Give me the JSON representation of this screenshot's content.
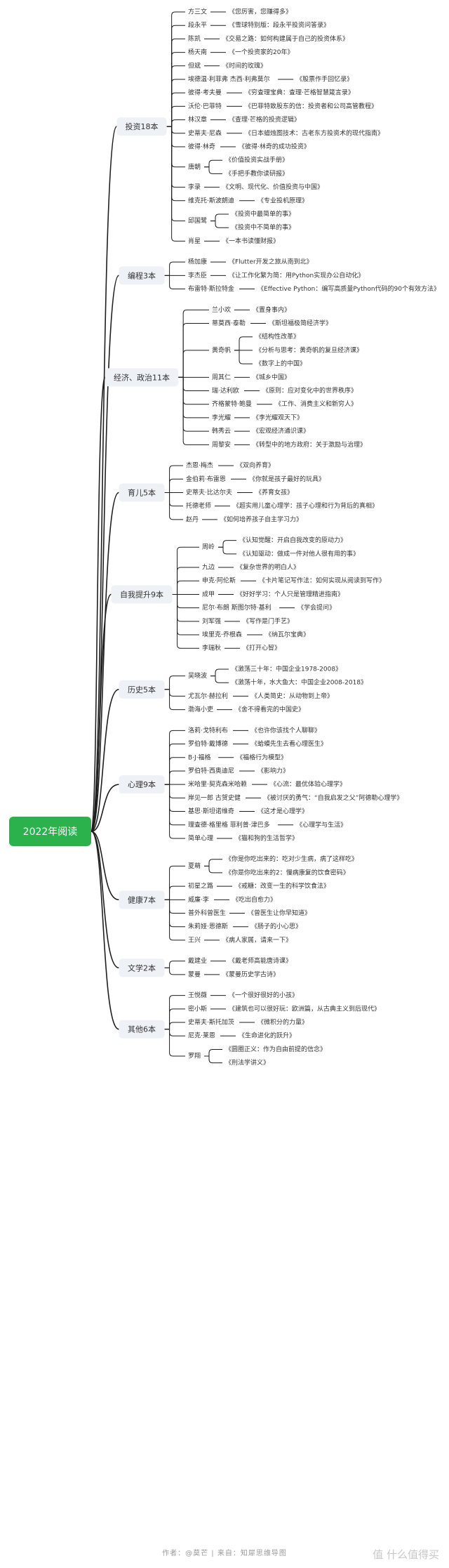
{
  "root": "2022年阅读",
  "colors": {
    "root_bg": "#2bb24c",
    "cat_bg": "#eef1f6",
    "line": "#1e1e1e",
    "text": "#333333"
  },
  "categories": [
    {
      "label": "投资18本",
      "items": [
        {
          "name": "方三文",
          "books": [
            "《您厉害，您赚得多》"
          ]
        },
        {
          "name": "段永平",
          "books": [
            "《雪球特别版：段永平投资问答录》"
          ]
        },
        {
          "name": "陈凯",
          "books": [
            "《交易之路：如何构建属于自己的投资体系》"
          ]
        },
        {
          "name": "杨天南",
          "books": [
            "《一个投资家的20年》"
          ]
        },
        {
          "name": "但斌",
          "books": [
            "《时间的玫瑰》"
          ]
        },
        {
          "name": "埃德温·利菲弗 杰西·利弗莫尔",
          "books": [
            "《股票作手回忆录》"
          ]
        },
        {
          "name": "彼得·考夫曼",
          "books": [
            "《穷查理宝典：查理·芒格智慧箴言录》"
          ]
        },
        {
          "name": "沃伦·巴菲特",
          "books": [
            "《巴菲特致股东的信：投资者和公司高管教程》"
          ]
        },
        {
          "name": "林汉章",
          "books": [
            "《查理·芒格的投资逻辑》"
          ]
        },
        {
          "name": "史蒂夫·尼森",
          "books": [
            "《日本蜡烛图技术：古老东方投资术的现代指南》"
          ]
        },
        {
          "name": "彼得·林奇",
          "books": [
            "《彼得·林奇的成功投资》"
          ]
        },
        {
          "name": "唐朝",
          "books": [
            "《价值投资实战手册》",
            "《手把手教你读研报》"
          ]
        },
        {
          "name": "李录",
          "books": [
            "《文明、现代化、价值投资与中国》"
          ]
        },
        {
          "name": "维克托·斯波朗迪",
          "books": [
            "《专业投机原理》"
          ]
        },
        {
          "name": "邱国鹭",
          "books": [
            "《投资中最简单的事》",
            "《投资中不简单的事》"
          ]
        },
        {
          "name": "肖星",
          "books": [
            "《一本书读懂财报》"
          ]
        }
      ]
    },
    {
      "label": "编程3本",
      "items": [
        {
          "name": "杨加康",
          "books": [
            "《Flutter开发之旅从南到北》"
          ]
        },
        {
          "name": "李杰臣",
          "books": [
            "《让工作化繁为简：用Python实现办公自动化》"
          ]
        },
        {
          "name": "布雷特·斯拉特金",
          "books": [
            "《Effective Python：编写高质量Python代码的90个有效方法》"
          ]
        }
      ]
    },
    {
      "label": "经济、政治11本",
      "items": [
        {
          "name": "兰小欢",
          "books": [
            "《置身事内》"
          ]
        },
        {
          "name": "蒂莫西·泰勒",
          "books": [
            "《斯坦福极简经济学》"
          ]
        },
        {
          "name": "黄奇帆",
          "books": [
            "《结构性改革》",
            "《分析与思考：黄奇帆的复旦经济课》",
            "《数字上的中国》"
          ]
        },
        {
          "name": "周其仁",
          "books": [
            "《城乡中国》"
          ]
        },
        {
          "name": "瑞·达利欧",
          "books": [
            "《原则：应对变化中的世界秩序》"
          ]
        },
        {
          "name": "齐格蒙特·鲍曼",
          "books": [
            "《工作、消费主义和新穷人》"
          ]
        },
        {
          "name": "李光耀",
          "books": [
            "《李光耀观天下》"
          ]
        },
        {
          "name": "韩秀云",
          "books": [
            "《宏观经济通识课》"
          ]
        },
        {
          "name": "周黎安",
          "books": [
            "《转型中的地方政府：关于激励与治理》"
          ]
        }
      ]
    },
    {
      "label": "育儿5本",
      "items": [
        {
          "name": "杰恩·梅杰",
          "books": [
            "《双向养育》"
          ]
        },
        {
          "name": "金伯莉·布雷恩",
          "books": [
            "《你就是孩子最好的玩具》"
          ]
        },
        {
          "name": "史蒂夫·比达尔夫",
          "books": [
            "《养育女孩》"
          ]
        },
        {
          "name": "托德老师",
          "books": [
            "《超实用儿童心理学：孩子心理和行为背后的真相》"
          ]
        },
        {
          "name": "赵丹",
          "books": [
            "《如何培养孩子自主学习力》"
          ]
        }
      ]
    },
    {
      "label": "自我提升9本",
      "items": [
        {
          "name": "周岭",
          "books": [
            "《认知觉醒：开启自我改变的原动力》",
            "《认知驱动：做成一件对他人很有用的事》"
          ]
        },
        {
          "name": "九边",
          "books": [
            "《复杂世界的明白人》"
          ]
        },
        {
          "name": "申克·阿伦斯",
          "books": [
            "《卡片笔记写作法：如何实现从阅读到写作》"
          ]
        },
        {
          "name": "成甲",
          "books": [
            "《好好学习：个人只是管理精进指南》"
          ]
        },
        {
          "name": "尼尔·布朗 斯图尔特·基利",
          "books": [
            "《学会提问》"
          ]
        },
        {
          "name": "刘军强",
          "books": [
            "《写作是门手艺》"
          ]
        },
        {
          "name": "埃里克·乔根森",
          "books": [
            "《纳瓦尔宝典》"
          ]
        },
        {
          "name": "李瑞秋",
          "books": [
            "《打开心智》"
          ]
        }
      ]
    },
    {
      "label": "历史5本",
      "items": [
        {
          "name": "吴晓波",
          "books": [
            "《激荡三十年：中国企业1978-2008》",
            "《激荡十年，水大鱼大：中国企业2008-2018》"
          ]
        },
        {
          "name": "尤瓦尔·赫拉利",
          "books": [
            "《人类简史：从动物到上帝》"
          ]
        },
        {
          "name": "渤海小吏",
          "books": [
            "《舍不得看完的中国史》"
          ]
        }
      ]
    },
    {
      "label": "心理9本",
      "items": [
        {
          "name": "洛莉·戈特利布",
          "books": [
            "《也许你该找个人聊聊》"
          ]
        },
        {
          "name": "罗伯特·戴博德",
          "books": [
            "《蛤蟆先生去看心理医生》"
          ]
        },
        {
          "name": "B·J·福格",
          "books": [
            "《福格行为模型》"
          ]
        },
        {
          "name": "罗伯特·西奥迪尼",
          "books": [
            "《影响力》"
          ]
        },
        {
          "name": "米哈里·契克森米哈赖",
          "books": [
            "《心流：最优体验心理学》"
          ]
        },
        {
          "name": "岸见一郎 古贺史健",
          "books": [
            "《被讨厌的勇气：“自我启发之父”阿德勒心理学》"
          ]
        },
        {
          "name": "基思·斯坦诺维奇",
          "books": [
            "《这才是心理学》"
          ]
        },
        {
          "name": "理查德·格里格 菲利普·津巴多",
          "books": [
            "《心理学与生活》"
          ]
        },
        {
          "name": "简单心理",
          "books": [
            "《猫和狗的生活哲学》"
          ]
        }
      ]
    },
    {
      "label": "健康7本",
      "items": [
        {
          "name": "夏萌",
          "books": [
            "《你是你吃出来的：吃对少生病，病了这样吃》",
            "《你是你吃出来的2：慢病康复的饮食密码》"
          ]
        },
        {
          "name": "初星之路",
          "books": [
            "《戒糖：改变一生的科学饮食法》"
          ]
        },
        {
          "name": "威廉·李",
          "books": [
            "《吃出自愈力》"
          ]
        },
        {
          "name": "普外科曾医生",
          "books": [
            "《曾医生让你早知道》"
          ]
        },
        {
          "name": "朱莉娅·恩德斯",
          "books": [
            "《肠子的小心思》"
          ]
        },
        {
          "name": "王兴",
          "books": [
            "《病人家属，请来一下》"
          ]
        }
      ]
    },
    {
      "label": "文学2本",
      "items": [
        {
          "name": "戴建业",
          "books": [
            "《戴老师高能唐诗课》"
          ]
        },
        {
          "name": "蒙曼",
          "books": [
            "《蒙曼历史学古诗》"
          ]
        }
      ]
    },
    {
      "label": "其他6本",
      "items": [
        {
          "name": "王悦薇",
          "books": [
            "《一个很好很好的小孩》"
          ]
        },
        {
          "name": "密小斯",
          "books": [
            "《建筑也可以很好玩：欧洲篇，从古典主义到后现代》"
          ]
        },
        {
          "name": "史蒂夫·斯托加茨",
          "books": [
            "《微积分的力量》"
          ]
        },
        {
          "name": "尼克·莱恩",
          "books": [
            "《生命进化的跃升》"
          ]
        },
        {
          "name": "罗翔",
          "books": [
            "《圆圈正义：作为自由前提的信念》",
            "《刑法学讲义》"
          ]
        }
      ]
    }
  ],
  "footer": "作者：@莫芒  |  来自：知犀思维导图",
  "watermark": "值 什么值得买"
}
